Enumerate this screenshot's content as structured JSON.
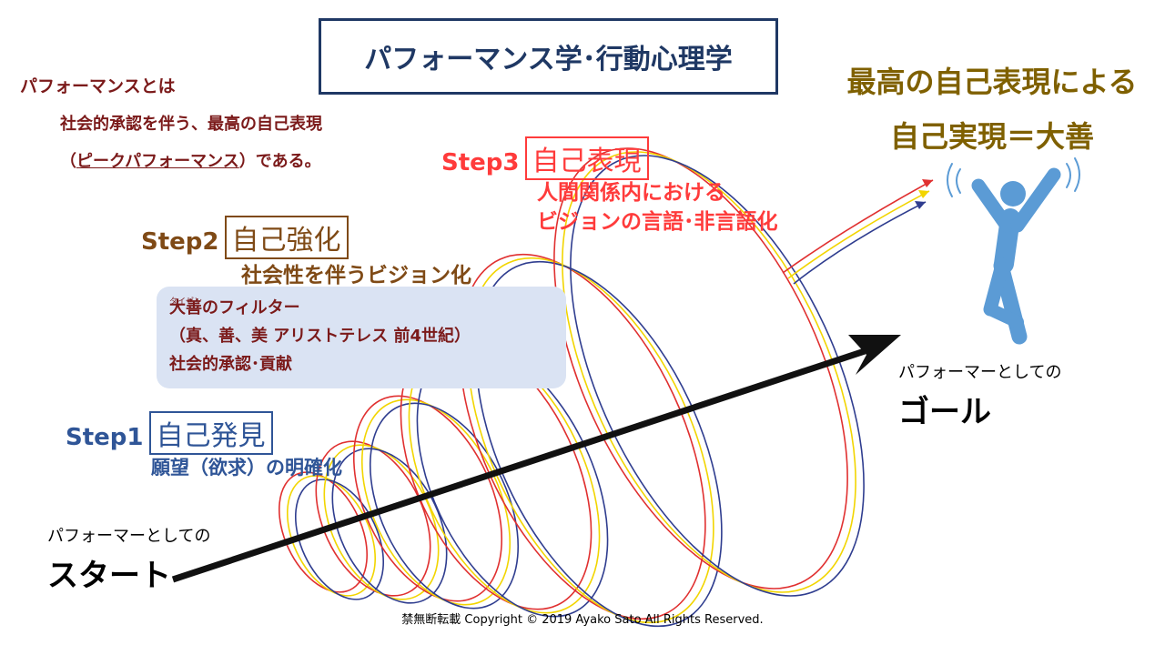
{
  "title": "パフォーマンス学･行動心理学",
  "definition": {
    "line1": "パフォーマンスとは",
    "line2": "社会的承認を伴う、最高の自己表現",
    "line3_open": "（",
    "line3_link": "ピークパフォーマンス",
    "line3_close": "）である。"
  },
  "goal_heading": {
    "line1": "最高の自己表現による",
    "line2": "自己実現＝大善"
  },
  "step3": {
    "label": "Step3",
    "name": "自己表現",
    "desc1": "人間関係内における",
    "desc2": "ビジョンの言語･非言語化"
  },
  "step2": {
    "label": "Step2",
    "name": "自己強化",
    "desc": "社会性を伴うビジョン化"
  },
  "step1": {
    "label": "Step1",
    "name": "自己発見",
    "desc": "願望（欲求）の明確化"
  },
  "filter": {
    "ruby": "タイゼン",
    "line1": "大善のフィルター",
    "line2": "（真、善、美  アリストテレス 前4世紀）",
    "line3": "社会的承認･貢献"
  },
  "start": {
    "sub": "パフォーマーとしての",
    "main": "スタート"
  },
  "goal": {
    "sub": "パフォーマーとしての",
    "main": "ゴール"
  },
  "copyright": "禁無断転載   Copyright © 2019 Ayako Sato All Rights Reserved.",
  "colors": {
    "red": "#e03030",
    "yellow": "#f2d500",
    "blue": "#2f3d8f",
    "figure": "#5b9bd5"
  }
}
